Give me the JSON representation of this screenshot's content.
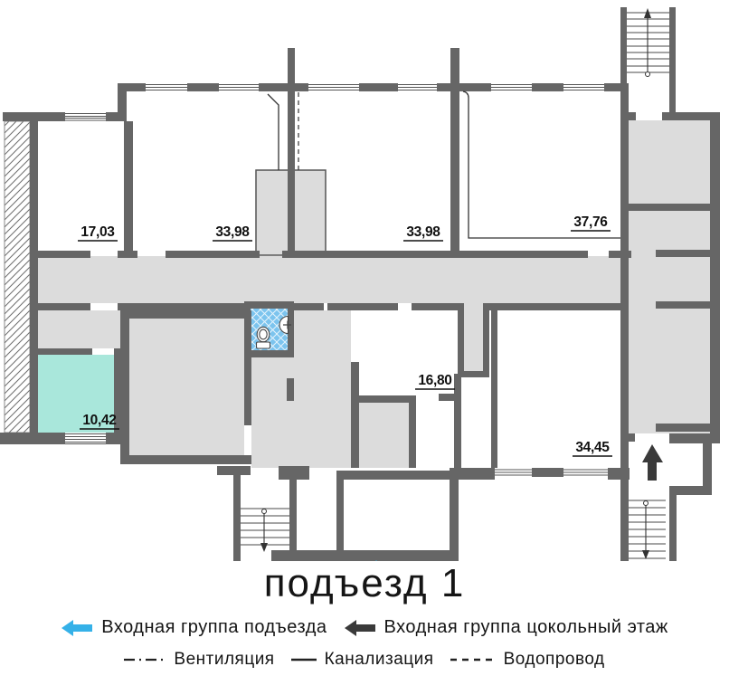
{
  "title": "подъезд 1",
  "plan": {
    "rooms": [
      {
        "area": "17,03"
      },
      {
        "area": "33,98"
      },
      {
        "area": "33,98"
      },
      {
        "area": "37,76"
      },
      {
        "area": "16,80"
      },
      {
        "area": "34,45"
      },
      {
        "area": "10,42"
      }
    ]
  },
  "legend": {
    "entrance_main": "Входная группа подъезда",
    "entrance_basement": "Входная группа цокольный этаж",
    "ventilation": "Вентиляция",
    "sewer": "Канализация",
    "water": "Водопровод"
  },
  "colors": {
    "wall": "#666666",
    "floor": "#dcdcdc",
    "highlight": "#a9e7db",
    "tile": "#7cc4ee",
    "arrowBlue": "#35b1e8",
    "arrowDark": "#3a3a3a",
    "line": "#333333",
    "text": "#111111"
  }
}
